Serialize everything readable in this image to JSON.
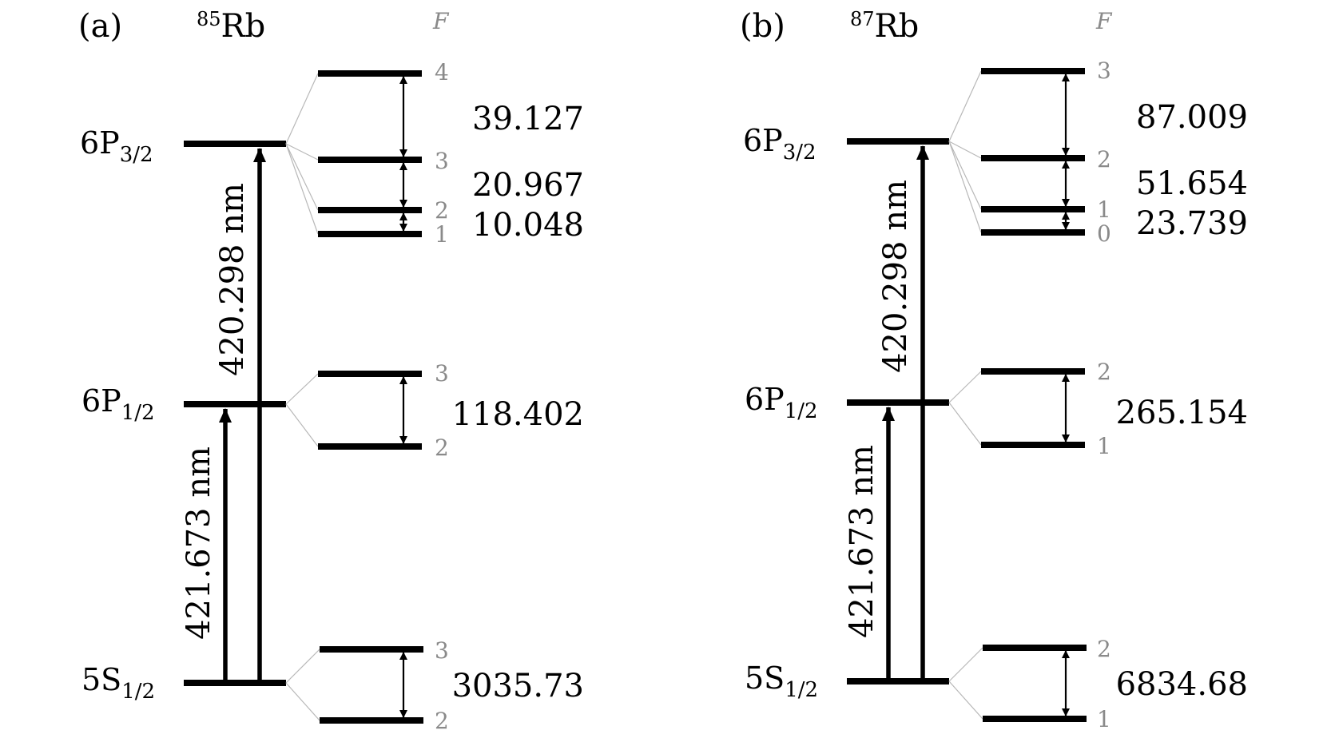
{
  "panels": {
    "a": {
      "label": "(a)",
      "isotope_mass": "85",
      "isotope_symbol": "Rb",
      "f_header": "F",
      "states": {
        "p32": {
          "main": "6P",
          "sub": "3/2"
        },
        "p12": {
          "main": "6P",
          "sub": "1/2"
        },
        "s12": {
          "main": "5S",
          "sub": "1/2"
        }
      },
      "wavelengths": {
        "upper": "420.298 nm",
        "lower": "421.673 nm"
      },
      "p32_F": [
        "4",
        "3",
        "2",
        "1"
      ],
      "p32_splittings": [
        "39.127",
        "20.967",
        "10.048"
      ],
      "p12_F": [
        "3",
        "2"
      ],
      "p12_splitting": "118.402",
      "s12_F": [
        "3",
        "2"
      ],
      "s12_splitting": "3035.73"
    },
    "b": {
      "label": "(b)",
      "isotope_mass": "87",
      "isotope_symbol": "Rb",
      "f_header": "F",
      "states": {
        "p32": {
          "main": "6P",
          "sub": "3/2"
        },
        "p12": {
          "main": "6P",
          "sub": "1/2"
        },
        "s12": {
          "main": "5S",
          "sub": "1/2"
        }
      },
      "wavelengths": {
        "upper": "420.298 nm",
        "lower": "421.673 nm"
      },
      "p32_F": [
        "3",
        "2",
        "1",
        "0"
      ],
      "p32_splittings": [
        "87.009",
        "51.654",
        "23.739"
      ],
      "p12_F": [
        "2",
        "1"
      ],
      "p12_splitting": "265.154",
      "s12_F": [
        "2",
        "1"
      ],
      "s12_splitting": "6834.68"
    }
  }
}
